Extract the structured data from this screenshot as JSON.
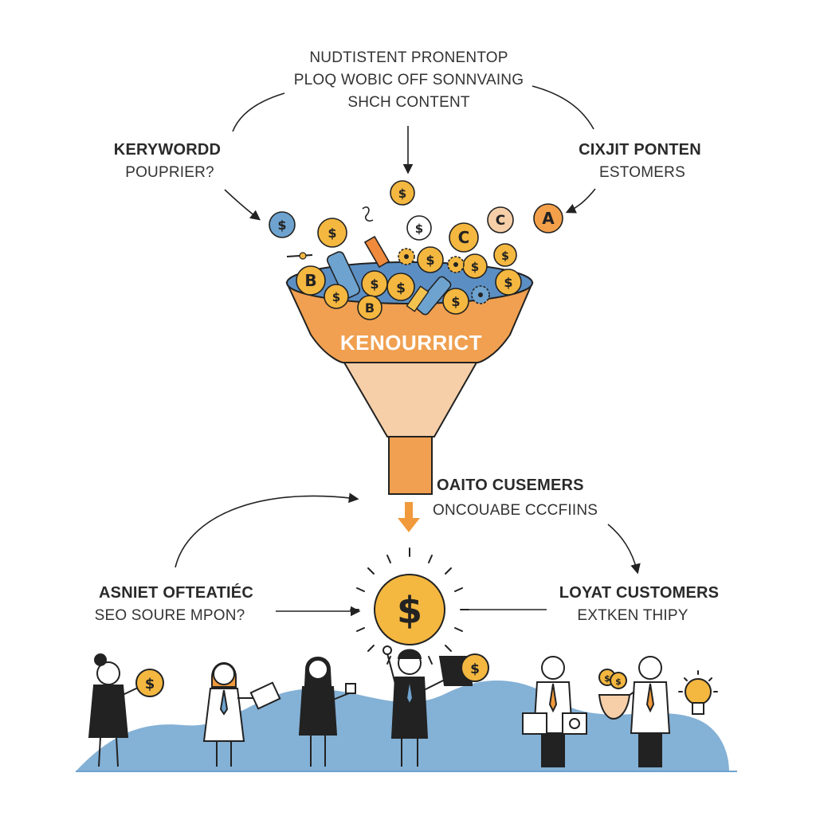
{
  "top_block": {
    "line1": "NUDTISTENT PRONENTOP",
    "line2": "PLOQ WOBIC OFF SONNVAING",
    "line3": "SHCH CONTENT"
  },
  "left_top": {
    "title": "KERYWORDD",
    "subtitle": "POUPRIER?"
  },
  "right_top": {
    "title": "CIXJIT PONTEN",
    "subtitle": "ESTOMERS"
  },
  "funnel": {
    "label": "KENOURRICT"
  },
  "right_mid": {
    "title": "OAITO CUSEMERS",
    "subtitle": "ONCOUABE CCCFIINS"
  },
  "left_bottom": {
    "title": "ASNIET OFTEATIÉC",
    "subtitle": "SEO SOURE MPON?"
  },
  "right_bottom": {
    "title": "LOYAT CUSTOMERS",
    "subtitle": "EXTKEN THIPY"
  },
  "coins": {
    "dollar": "$",
    "letter_b": "B",
    "letter_c": "C",
    "letter_a": "A"
  },
  "colors": {
    "funnel_orange": "#f0a050",
    "funnel_peach": "#f6cfa8",
    "coin_gold": "#f4b73f",
    "hill_blue": "#6ea3cf",
    "accent_orange": "#f09a3c"
  }
}
